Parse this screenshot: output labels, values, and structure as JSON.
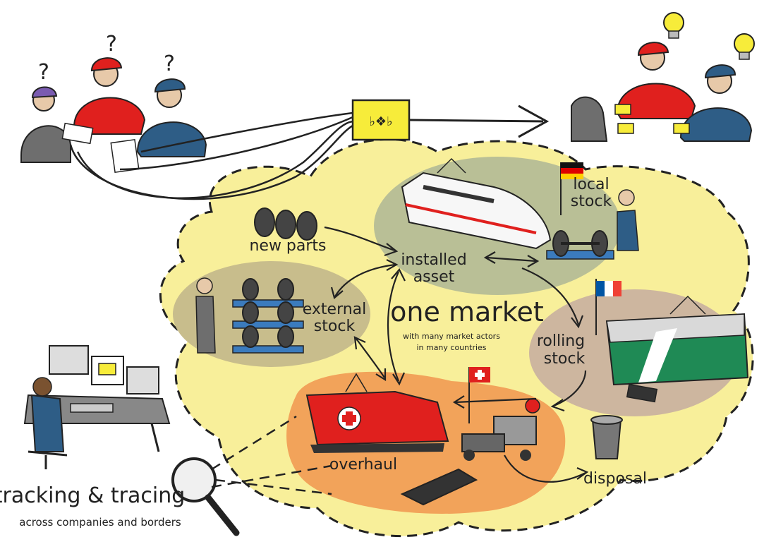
{
  "labels": {
    "new_parts": "new parts",
    "installed_asset_line1": "installed",
    "installed_asset_line2": "asset",
    "local_stock_line1": "local",
    "local_stock_line2": "stock",
    "external_stock_line1": "external",
    "external_stock_line2": "stock",
    "one_market": "one market",
    "one_market_sub_line1": "with many market actors",
    "one_market_sub_line2": "in many countries",
    "rolling_stock_line1": "rolling",
    "rolling_stock_line2": "stock",
    "overhaul": "overhaul",
    "disposal": "disposal",
    "tracking_tracing": "tracking & tracing",
    "tracking_sub": "across companies and borders",
    "question_mark": "?"
  },
  "colors": {
    "cloud_yellow": "#f8ef9a",
    "green_zone": "#b9bf96",
    "brown_zone": "#cdb69f",
    "tan_zone": "#c8bd8c",
    "orange_zone": "#f2a35a",
    "card_yellow": "#f7ec3a",
    "red_worker": "#e0201e",
    "blue_worker": "#2e5d86",
    "grey_worker": "#6e6e6e"
  },
  "flags": [
    "germany",
    "france",
    "switzerland"
  ]
}
